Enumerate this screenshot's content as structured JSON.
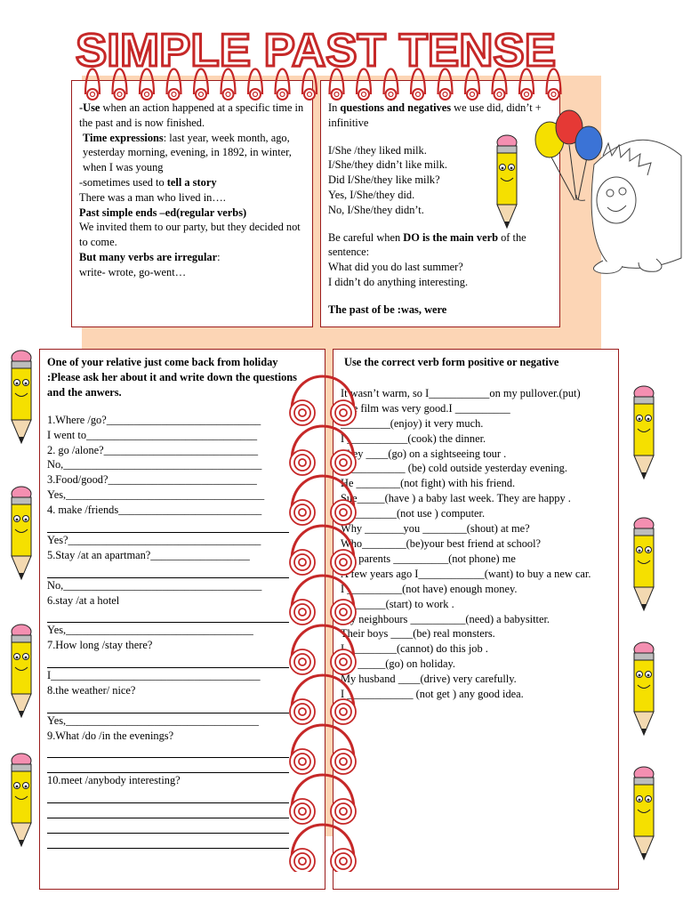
{
  "title": "SIMPLE PAST TENSE",
  "colors": {
    "title_red": "#c62828",
    "border": "#9b1c1c",
    "panel": "#fcd5b5"
  },
  "theory": {
    "use_keyword": "-Use",
    "use_rest": " when an action happened at a specific time in the past and is now finished.",
    "time_expr_keyword": "Time expressions",
    "time_expr_rest": ": last year, week month, ago,  yesterday morning, evening, in 1892, in winter, when I was young",
    "story_pre": "-sometimes used to ",
    "story_keyword": "tell a story",
    "story_example": "There was  a man who lived in….",
    "regular_heading": "Past simple ends –ed(regular verbs)",
    "regular_example": "We invited them to our party, but they decided not to come.",
    "irregular_heading": "But many verbs are irregular",
    "irregular_colon": ":",
    "irregular_example": "write- wrote, go-went…"
  },
  "questions_negatives": {
    "intro_pre": "In ",
    "intro_keyword": "questions and negatives",
    "intro_rest": " we use did, didn’t + infinitive",
    "examples": [
      "I/She /they liked milk.",
      "I/She/they didn’t like milk.",
      "Did I/She/they like milk?",
      "Yes, I/She/they did.",
      "No, I/She/they didn’t."
    ],
    "careful_pre": "Be careful when ",
    "careful_keyword": "DO is the main verb",
    "careful_rest": " of the sentence:",
    "careful_examples": [
      "What did you do  last summer?",
      "I didn’t do anything interesting."
    ],
    "be_note": "The past of  be :was, were"
  },
  "exercise1": {
    "heading": "One of your relative just come back from holiday :Please ask her about it and write down the questions and the anwers.",
    "lines": [
      "1.Where /go?____________________________",
      "I went to_______________________________",
      "2. go /alone?____________________________",
      "No,____________________________________",
      "3.Food/good?___________________________",
      "Yes,____________________________________",
      "4. make /friends__________________________",
      "",
      "Yes?___________________________________",
      "5.Stay /at an apartman?__________________",
      "",
      "No,____________________________________",
      "6.stay /at a hotel",
      "",
      "Yes,__________________________________",
      "7.How long /stay there?",
      "",
      "I______________________________________",
      "8.the weather/ nice?",
      "",
      "Yes,___________________________________",
      "9.What /do /in the evenings?",
      "",
      "",
      "10.meet /anybody interesting?",
      "",
      "",
      "",
      ""
    ]
  },
  "exercise2": {
    "heading": "Use the correct verb form positive or negative",
    "lines": [
      "It wasn’t  warm, so I___________on my pullover.(put)",
      "The film was very good.I __________",
      "_________(enjoy) it very much.",
      "I ___________(cook) the dinner.",
      "They ____(go) on a sightseeing tour .",
      "It __________ (be) cold outside yesterday evening.",
      "He ________(not fight) with his friend.",
      "Sue_____(have ) a baby last week. They are happy .",
      "I _________(not use ) computer.",
      "Why _______you ________(shout) at me?",
      "Who________(be)your best friend at school?",
      "My parents __________(not phone) me",
      "A few years ago I____________(want) to buy a new car.",
      "I __________(not have) enough money.",
      "I _______(start) to work .",
      "My neighbours __________(need) a babysitter.",
      "Their boys ____(be) real monsters.",
      "I _________(cannot) do this job .",
      "We _____(go) on holiday.",
      "My husband ____(drive) very carefully.",
      "I ____________ (not  get ) any good idea."
    ]
  }
}
